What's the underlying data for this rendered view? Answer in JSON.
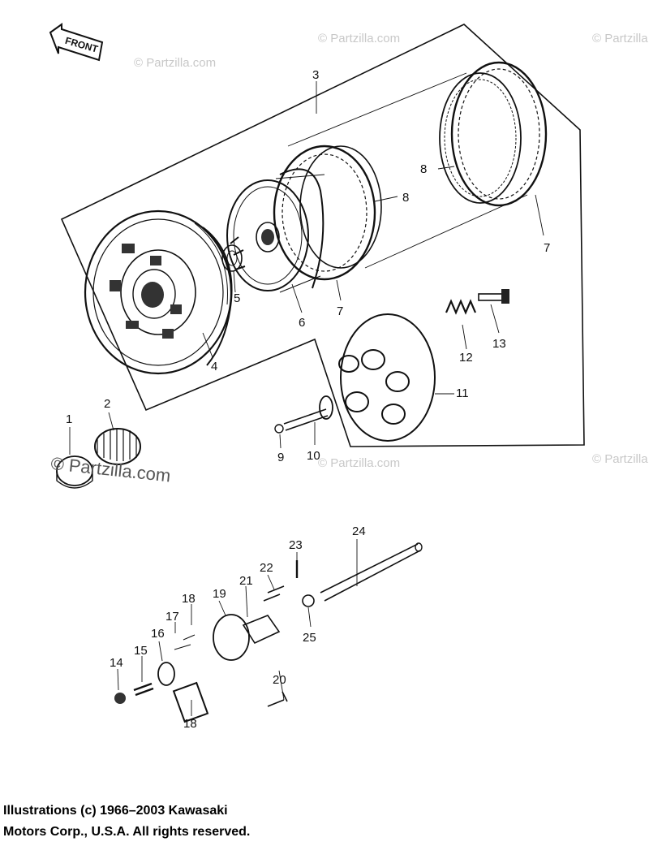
{
  "front_arrow_label": "FRONT",
  "watermarks": {
    "small": "© Partzilla.com",
    "large": "© Partzilla.com"
  },
  "callouts": [
    "1",
    "2",
    "3",
    "4",
    "5",
    "6",
    "7",
    "7",
    "8",
    "8",
    "9",
    "10",
    "11",
    "12",
    "13",
    "14",
    "15",
    "16",
    "17",
    "18",
    "18",
    "19",
    "20",
    "21",
    "22",
    "23",
    "24",
    "25"
  ],
  "copyright": {
    "line1": "Illustrations (c) 1966–2003 Kawasaki",
    "line2": "Motors Corp., U.S.A.  All rights reserved."
  }
}
